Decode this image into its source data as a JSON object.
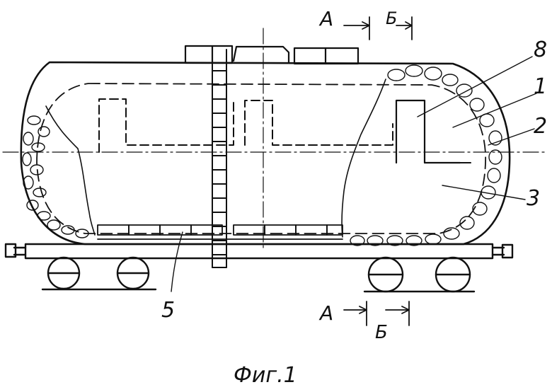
{
  "figure": {
    "caption": "Фиг.1",
    "section_marks": {
      "top_a": "А",
      "top_b": "Б",
      "bottom_a": "А",
      "bottom_b": "Б"
    },
    "callouts": [
      "8",
      "1",
      "2",
      "3",
      "5"
    ]
  },
  "colors": {
    "ink": "#111111",
    "paper": "#ffffff"
  }
}
